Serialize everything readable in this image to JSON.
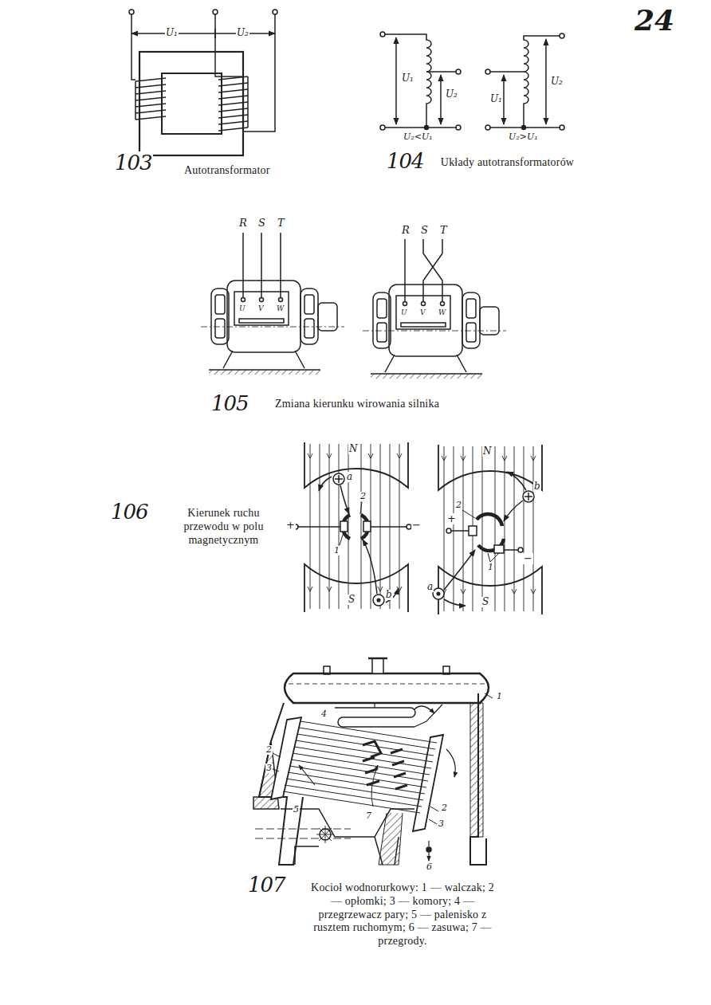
{
  "diagram": {
    "labels": [
      "24",
      "U₁",
      "U₂",
      "103",
      "Autotransformator",
      "U₁",
      "U₂",
      "U₂<U₁",
      "U₁",
      "U₂",
      "U₂>U₁",
      "104",
      "Układy autotransformatorów",
      "R",
      "S",
      "T",
      "U",
      "V",
      "W",
      "R",
      "S",
      "T",
      "U",
      "V",
      "W",
      "105",
      "Zmiana kierunku wirowania silnika",
      "N",
      "a",
      "2",
      "1",
      "b",
      "S",
      "+",
      "−",
      "N",
      "b",
      "2",
      "+",
      "1",
      "−",
      "a",
      "S",
      "106",
      "Kierunek ruchu przewodu w polu magnetycznym",
      "1",
      "4",
      "2",
      "3",
      "5",
      "7",
      "2",
      "3",
      "6",
      "107",
      "Kocioł wodnorurkowy: 1 — walczak; 2 — opłomki; 3 — komory; 4 — przegrzewacz pary; 5 — palenisko z rusztem ruchomym; 6 — zasuwa; 7 — przegrody."
    ]
  }
}
